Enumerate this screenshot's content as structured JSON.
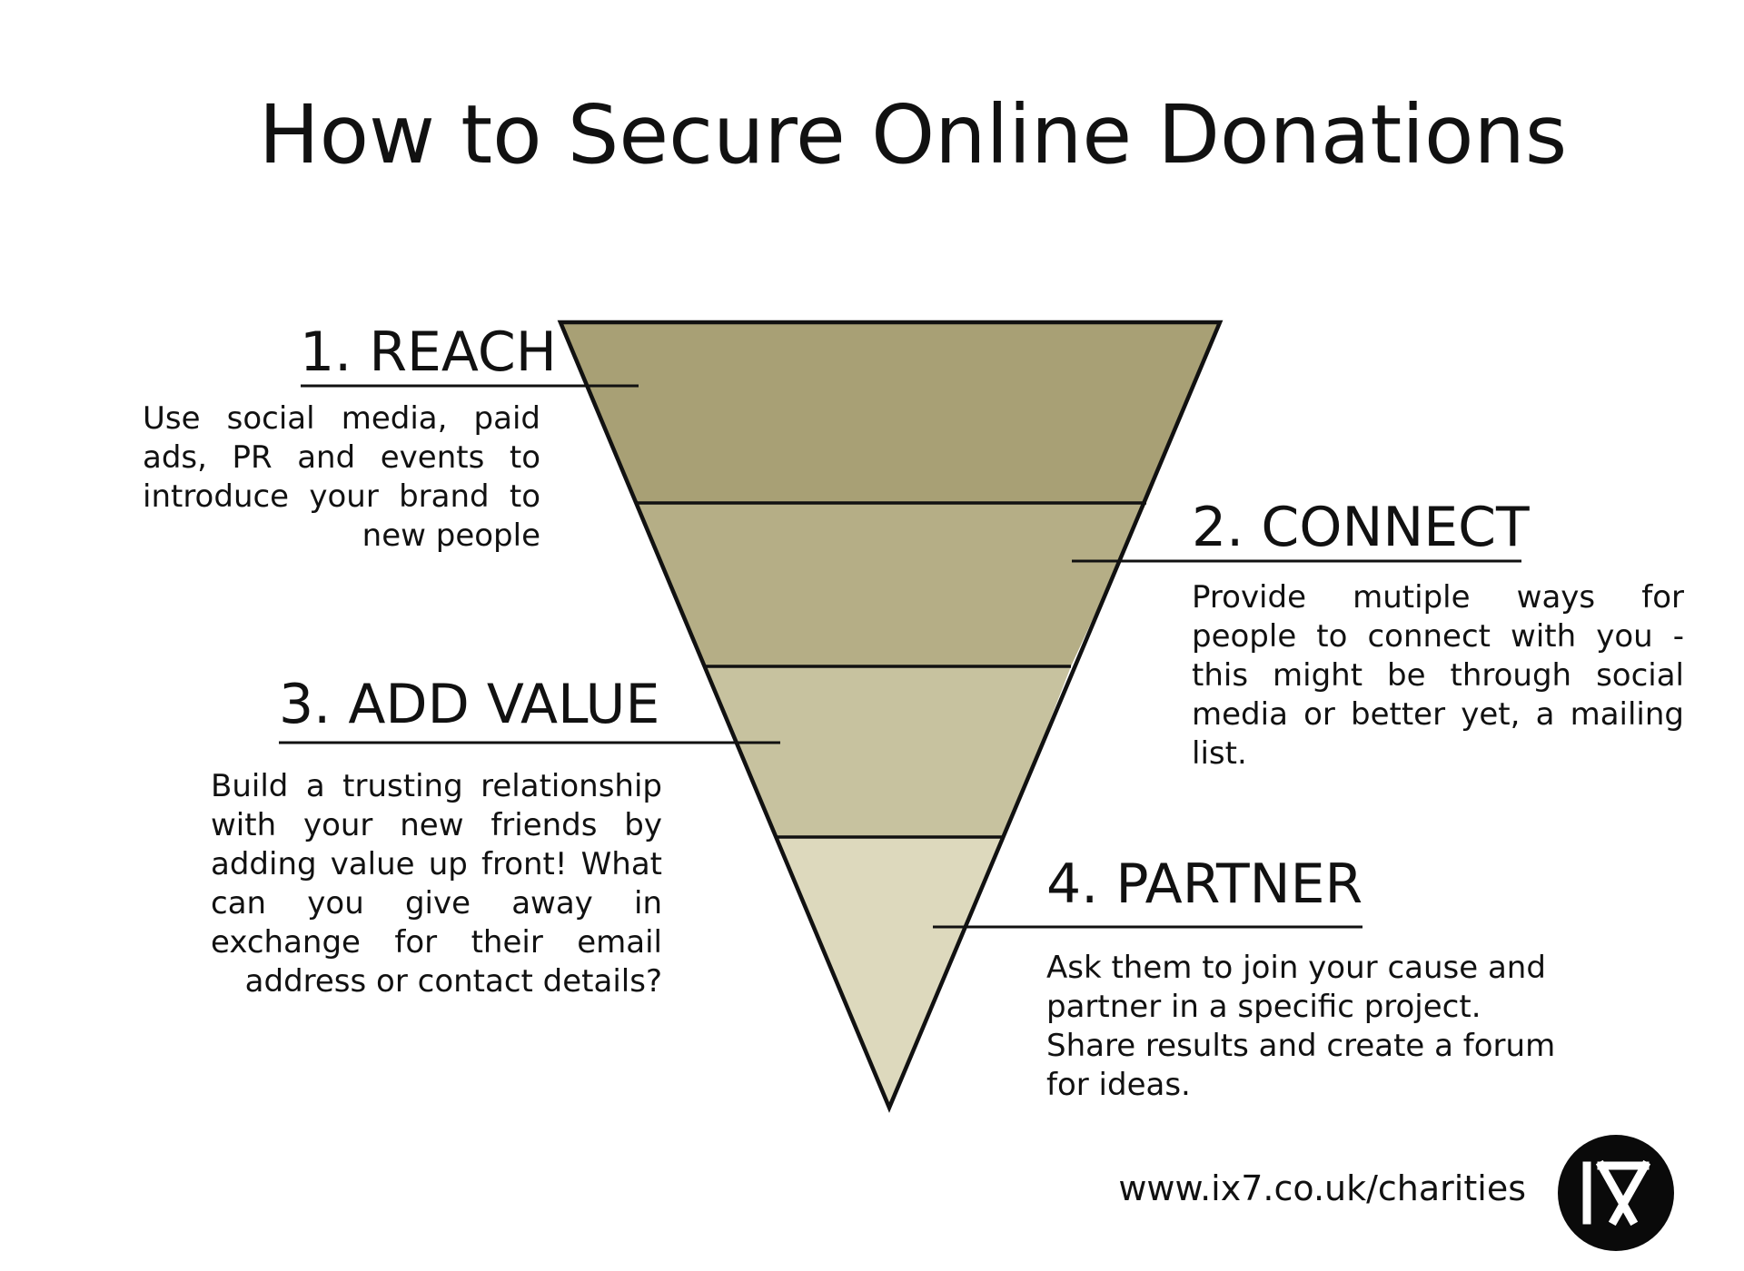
{
  "title": "How to Secure Online Donations",
  "colors": {
    "band1": "#a8a075",
    "band2": "#b5ae86",
    "band3": "#c7c29f",
    "band4": "#ddd9bd",
    "outline": "#111111",
    "logo_bg": "#0a0a0a",
    "logo_fg": "#ffffff"
  },
  "steps": [
    {
      "title": "1. REACH",
      "description": "Use social media, paid ads, PR and events to introduce your brand to new people"
    },
    {
      "title": "2. CONNECT",
      "description": "Provide mutiple ways for people to connect with you - this might be through social media or better yet, a mailing list."
    },
    {
      "title": "3. ADD VALUE",
      "description": "Build a trusting relationship with your new friends by adding value up front! What can you give away in exchange for their email address or contact details?"
    },
    {
      "title": "4. PARTNER",
      "description": "Ask them to join your cause and partner in a specific project. Share results and create a forum for ideas."
    }
  ],
  "footer": {
    "website": "www.ix7.co.uk/charities",
    "logo_icon": "ix7-logo-icon"
  }
}
